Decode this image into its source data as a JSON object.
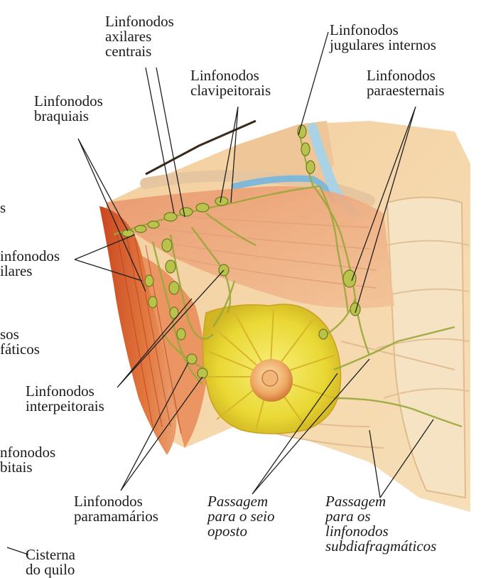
{
  "labels": {
    "axilares_centrais": "Linfonodos\naxilares\ncentrais",
    "jugulares_internos": "Linfonodos\njugulares internos",
    "clavipeitorais": "Linfonodos\nclavipeitorais",
    "paraesternais": "Linfonodos\nparaesternais",
    "braquiais": "Linfonodos\nbraquiais",
    "cut_s": "s",
    "axilares": "infonodos\nilares",
    "vasos_linfaticos": "sos\nfáticos",
    "interpeitorais": "Linfonodos\ninterpeitorais",
    "cubitais": "nfonodos\nbitais",
    "paramamarios": "Linfonodos\nparamamários",
    "passagem_seio": "Passagem\npara o seio\noposto",
    "passagem_subdiafragmaticos": "Passagem\npara os\nlinfonodos\nsubdiafragmáticos",
    "cisterna": "Cisterna\ndo quilo"
  }
}
